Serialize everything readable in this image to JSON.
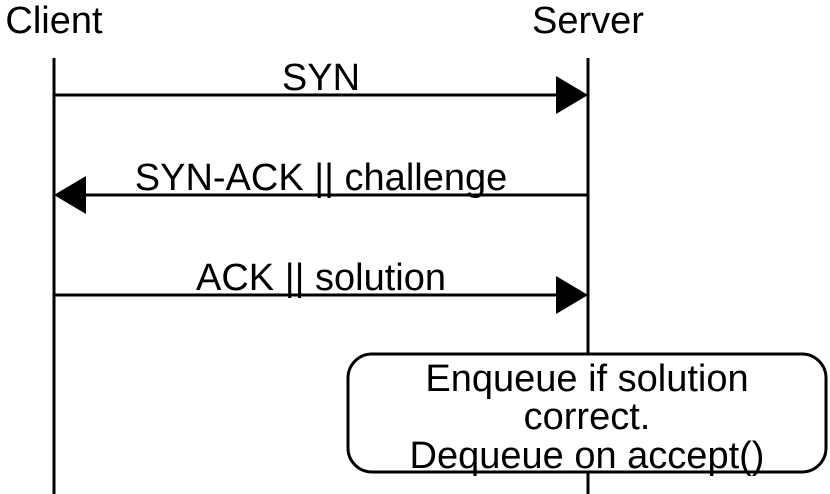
{
  "participants": {
    "client": "Client",
    "server": "Server"
  },
  "messages": [
    {
      "label": "SYN",
      "from": "client",
      "to": "server"
    },
    {
      "label": "SYN-ACK || challenge",
      "from": "server",
      "to": "client"
    },
    {
      "label": "ACK || solution",
      "from": "client",
      "to": "server"
    }
  ],
  "note": {
    "lines": [
      "Enqueue if solution",
      "correct.",
      "Dequeue on accept()"
    ]
  },
  "colors": {
    "stroke": "#000000",
    "background": "#ffffff"
  }
}
